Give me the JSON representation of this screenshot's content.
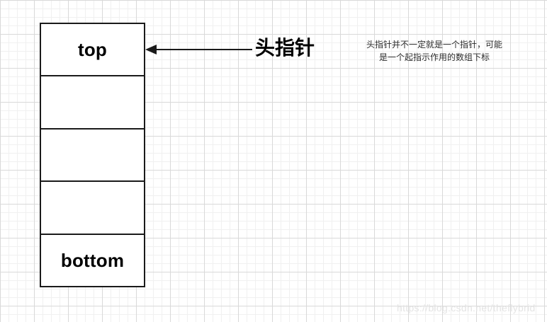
{
  "diagram": {
    "title": "stack-structure-diagram",
    "stack": {
      "cells": [
        {
          "label": "top"
        },
        {
          "label": ""
        },
        {
          "label": ""
        },
        {
          "label": ""
        },
        {
          "label": "bottom"
        }
      ]
    },
    "arrow": {
      "name": "head-pointer-arrow",
      "direction": "left",
      "color": "#1a1a1a"
    },
    "pointer_label": "头指针",
    "annotation": {
      "line1": "头指针并不一定就是一个指针，可能",
      "line2": "是一个起指示作用的数组下标"
    }
  },
  "watermark": "https://blog.csdn.net/theflybrid",
  "colors": {
    "stroke": "#1a1a1a",
    "grid_major": "#d9d9d9",
    "grid_minor": "#f0f0f0",
    "background": "#ffffff",
    "watermark": "#e4e4e4"
  }
}
